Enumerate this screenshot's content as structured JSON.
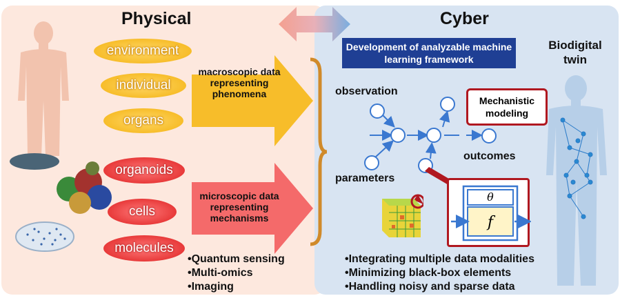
{
  "physical": {
    "heading": "Physical",
    "yellow_items": [
      "environment",
      "individual",
      "organs"
    ],
    "red_items": [
      "organoids",
      "cells",
      "molecules"
    ],
    "macro_label": "macroscopic data representing phenomena",
    "micro_label": "microscopic data representing mechanisms",
    "bullets": [
      "•Quantum sensing",
      "•Multi-omics",
      "•Imaging"
    ]
  },
  "cyber": {
    "heading": "Cyber",
    "framework": "Development of analyzable machine learning framework",
    "biodigital_twin": "Biodigital twin",
    "observation": "observation",
    "parameters": "parameters",
    "outcomes": "outcomes",
    "mechanistic": "Mechanistic modeling",
    "theta": "θ",
    "f": "f",
    "bullets": [
      "•Integrating multiple data modalities",
      "•Minimizing black-box elements",
      "•Handling noisy and sparse data"
    ]
  },
  "colors": {
    "yellow": "#f7bd2a",
    "red": "#e83a3a",
    "navy": "#1f3f94",
    "dark_red": "#b01820",
    "node_blue": "#3a78d0"
  },
  "icons": [
    "human-silhouette-icon",
    "organoid-icon",
    "petri-dish-icon",
    "brain-network-body-icon",
    "data-cube-icon"
  ]
}
